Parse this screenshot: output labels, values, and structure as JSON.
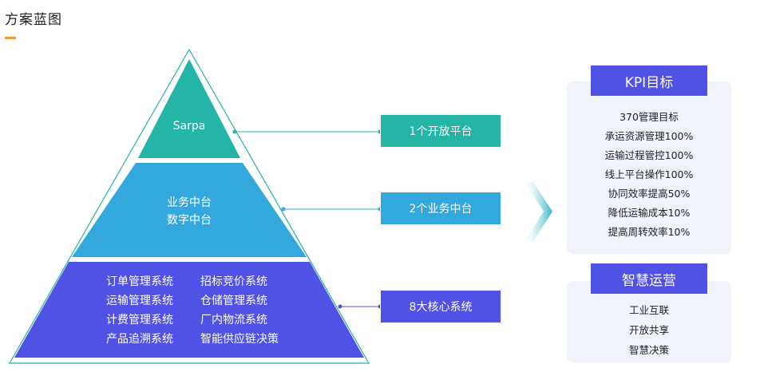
{
  "page": {
    "title": "方案蓝图"
  },
  "pyramid": {
    "top": {
      "label": "Sarpa"
    },
    "middle": {
      "lines": [
        "业务中台",
        "数字中台"
      ]
    },
    "bottom": {
      "left_column": [
        "订单管理系统",
        "运输管理系统",
        "计费管理系统",
        "产品追溯系统"
      ],
      "right_column": [
        "招标竞价系统",
        "仓储管理系统",
        "厂内物流系统",
        "智能供应链决策"
      ]
    },
    "colors": {
      "top": "#25b5a6",
      "middle": "#32a8dd",
      "bottom": "#5052e5",
      "outline": "#25b5a6"
    }
  },
  "callouts": [
    {
      "label": "1个开放平台"
    },
    {
      "label": "2个业务中台"
    },
    {
      "label": "8大核心系统"
    }
  ],
  "kpi": {
    "header": "KPI目标",
    "items": [
      "370管理目标",
      "承运资源管理100%",
      "运输过程管控100%",
      "线上平台操作100%",
      "协同效率提高50%",
      "降低运输成本10%",
      "提高周转效率10%"
    ]
  },
  "smart_ops": {
    "header": "智慧运营",
    "items": [
      "工业互联",
      "开放共享",
      "智慧决策"
    ]
  },
  "icons": {
    "arrow": "chevron-right-icon"
  }
}
